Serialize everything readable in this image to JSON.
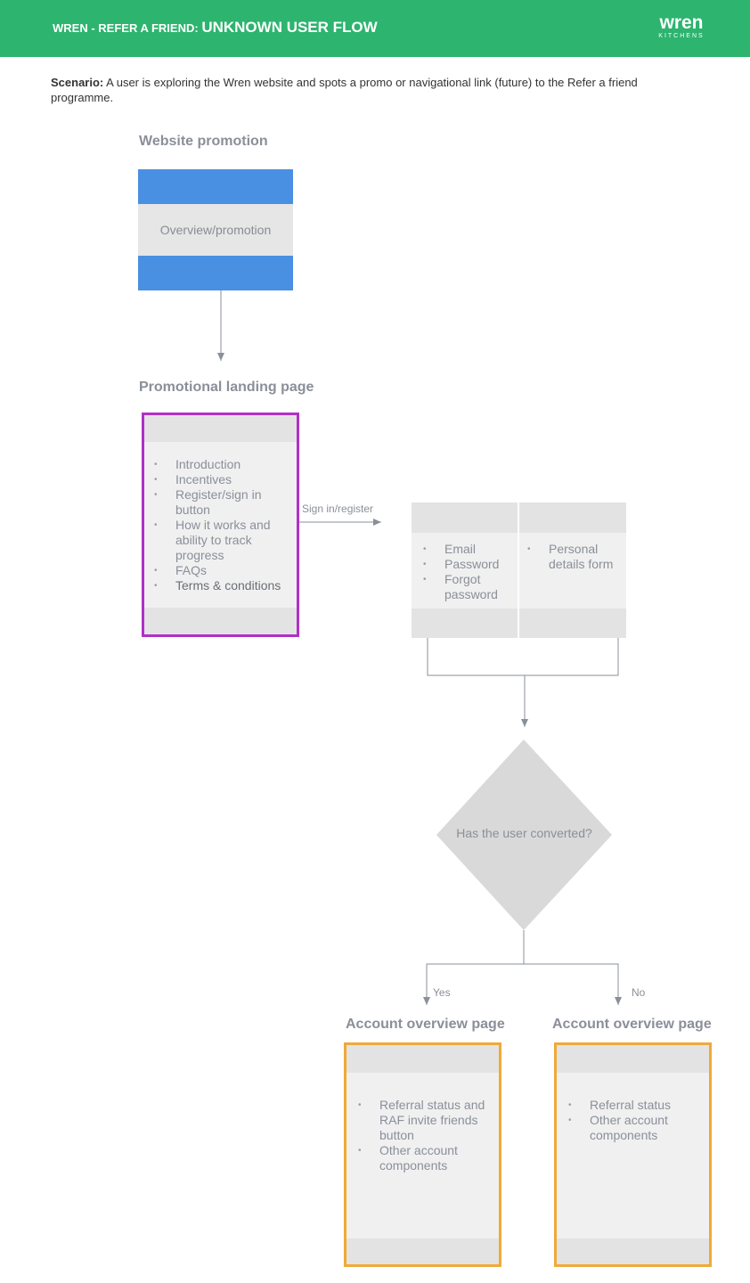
{
  "header": {
    "title_prefix": "WREN - REFER A FRIEND: ",
    "title_main": "UNKNOWN USER FLOW",
    "logo_word": "wren",
    "logo_sub": "KITCHENS",
    "color": "#2db46e"
  },
  "scenario": {
    "label": "Scenario:",
    "text": " A user is exploring the Wren website and spots a promo or navigational link (future) to the Refer a friend programme."
  },
  "website_promotion": {
    "title": "Website promotion",
    "box_label": "Overview/promotion",
    "color": "#4a90e2"
  },
  "landing_page": {
    "title": "Promotional landing page",
    "border_color": "#b12fc8",
    "items": [
      "Introduction",
      "Incentives",
      "Register/sign in button",
      "How it works and ability to track progress",
      "FAQs",
      "Terms & conditions"
    ]
  },
  "connector_signin": "Sign in/register",
  "signin_card": {
    "left_items": [
      "Email",
      "Password",
      "Forgot password"
    ],
    "right_items": [
      "Personal details form"
    ]
  },
  "decision": {
    "question": "Has the user converted?",
    "yes_label": "Yes",
    "no_label": "No"
  },
  "account_yes": {
    "title": "Account overview page",
    "border_color": "#f0a93a",
    "items": [
      "Referral status and RAF invite friends button",
      "Other account components"
    ]
  },
  "account_no": {
    "title": "Account overview page",
    "border_color": "#f0a93a",
    "items": [
      "Referral status",
      "Other account components"
    ]
  }
}
